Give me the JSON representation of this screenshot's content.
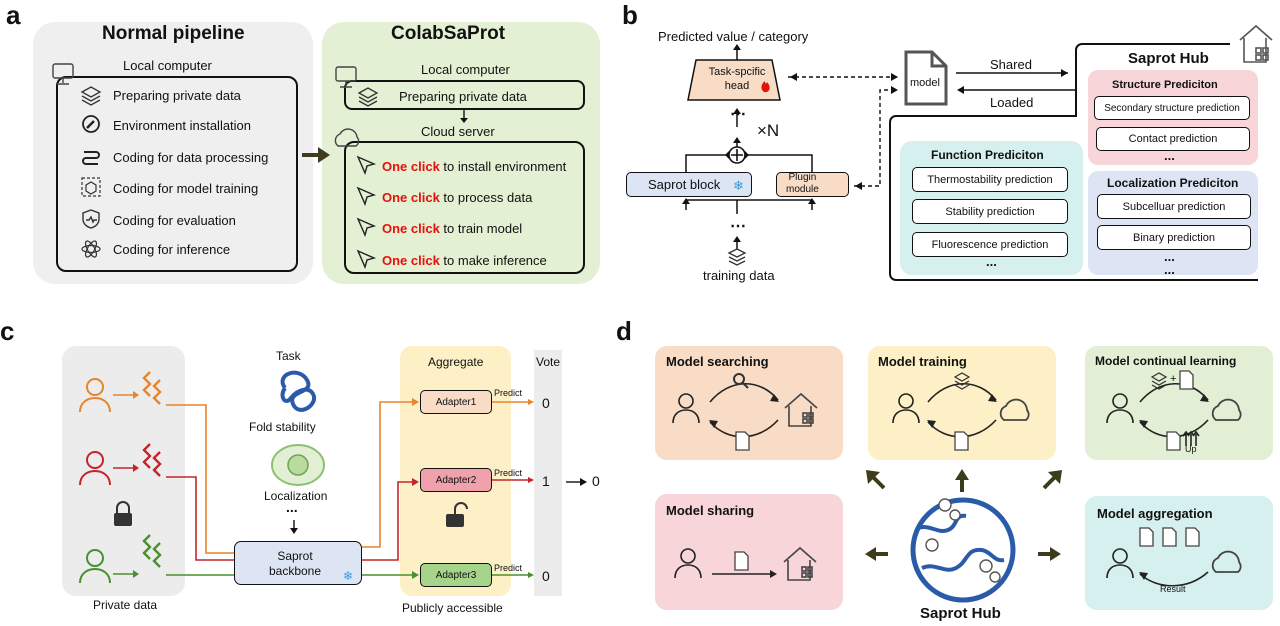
{
  "panels": {
    "a": "a",
    "b": "b",
    "c": "c",
    "d": "d"
  },
  "a": {
    "normal": {
      "title": "Normal pipeline",
      "local": "Local computer",
      "items": [
        "Preparing private data",
        "Environment installation",
        "Coding for data processing",
        "Coding for model training",
        "Coding for evaluation",
        "Coding for inference"
      ]
    },
    "colab": {
      "title": "ColabSaProt",
      "local": "Local computer",
      "local_item": "Preparing private data",
      "cloud": "Cloud server",
      "one_click": "One click",
      "actions": [
        " to install environment",
        " to process data",
        " to train model",
        " to make inference"
      ]
    }
  },
  "b": {
    "predicted": "Predicted value / category",
    "head": [
      "Task-spcific",
      "head"
    ],
    "dots": "⋯",
    "times_n": "×N",
    "saprot_block": "Saprot block",
    "plugin": [
      "Plugin",
      "module"
    ],
    "training_data": "training data",
    "model": "model",
    "shared": "Shared",
    "loaded": "Loaded",
    "hub_title": "Saprot Hub",
    "structure": {
      "title": "Structure Prediciton",
      "items": [
        "Secondary structure prediction",
        "Contact prediction"
      ],
      "more": "..."
    },
    "function": {
      "title": "Function Prediciton",
      "items": [
        "Thermostability prediction",
        "Stability prediction",
        "Fluorescence prediction"
      ],
      "more": "..."
    },
    "localization": {
      "title": "Localization Prediciton",
      "items": [
        "Subcelluar prediction",
        "Binary prediction"
      ],
      "more": "..."
    },
    "hub_more": "..."
  },
  "c": {
    "private_data": "Private data",
    "task": "Task",
    "fold": "Fold stability",
    "localization": "Localization",
    "dots": "...",
    "backbone": [
      "Saprot",
      "backbone"
    ],
    "aggregate": "Aggregate",
    "vote": "Vote",
    "adapters": [
      "Adapter1",
      "Adapter2",
      "Adapter3"
    ],
    "predict": "Predict",
    "votes": [
      "0",
      "1",
      "0"
    ],
    "result": "0",
    "public": "Publicly accessible"
  },
  "d": {
    "searching": "Model searching",
    "training": "Model training",
    "continual": "Model continual learning",
    "sharing": "Model sharing",
    "aggregation": "Model aggregation",
    "hub": "Saprot Hub",
    "up": "Up",
    "result": "Result",
    "plus": "+"
  },
  "colors": {
    "grey_panel": "#efefef",
    "green_panel": "#e3f0d3",
    "red": "#e3120b",
    "orange_line": "#e8842b",
    "red_line": "#c4252c",
    "green_line": "#4a8f2f",
    "blue_circle": "#2b5ba8",
    "peach": "#f8dcc6",
    "yellow": "#fdf0c6",
    "pink": "#f7d5d9",
    "teal": "#d5f0ee",
    "lightblue": "#dde5f5",
    "light_green": "#e2efd4"
  }
}
